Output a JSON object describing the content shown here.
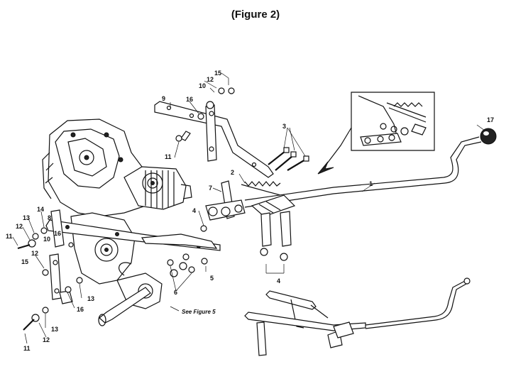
{
  "figure": {
    "title": "(Figure 2)"
  },
  "labels": {
    "l9": "9",
    "l16a": "16",
    "l10a": "10",
    "l12a": "12",
    "l15a": "15",
    "l11a": "11",
    "l3": "3",
    "l17": "17",
    "l1": "1",
    "l2": "2",
    "l7": "7",
    "l4a": "4",
    "l4b": "4",
    "l5": "5",
    "l6": "6",
    "l13a": "13",
    "l13b": "13",
    "l13c": "13",
    "l16b": "16",
    "l16c": "16",
    "l12b": "12",
    "l12c": "12",
    "l12d": "12",
    "l11b": "11",
    "l11c": "11",
    "l10b": "10",
    "l14": "14",
    "l8": "8",
    "l15b": "15",
    "see_figure": "See Figure 5"
  }
}
